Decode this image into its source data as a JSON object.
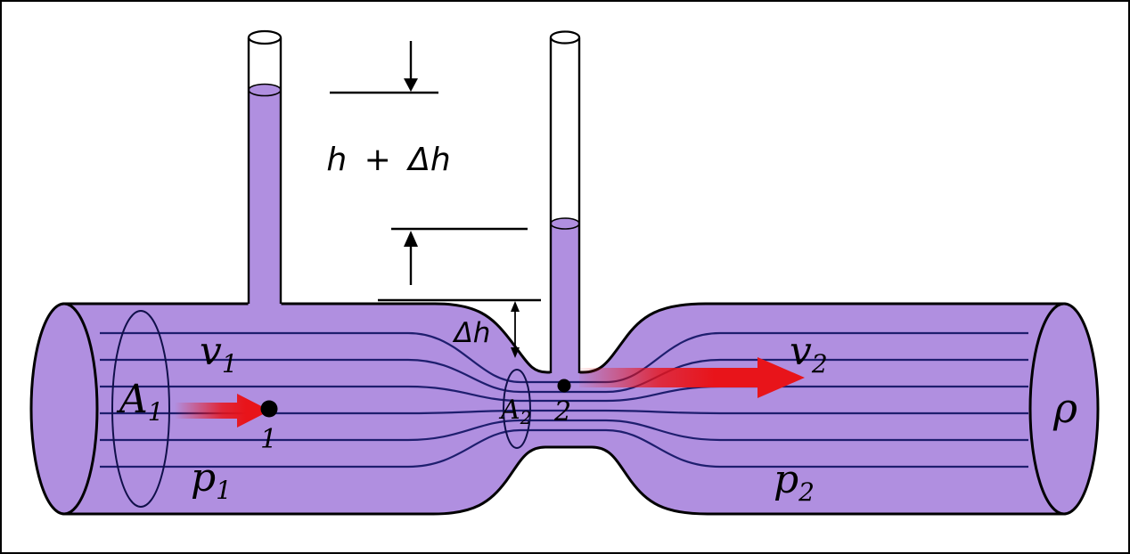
{
  "diagram": {
    "name": "venturi-tube-bernoulli-diagram",
    "labels": {
      "v1": {
        "base": "v",
        "sub": "1"
      },
      "a1": {
        "base": "A",
        "sub": "1"
      },
      "p1": {
        "base": "p",
        "sub": "1"
      },
      "point1": "1",
      "a2": {
        "base": "A",
        "sub": "2"
      },
      "point2": "2",
      "v2": {
        "base": "v",
        "sub": "2"
      },
      "p2": {
        "base": "p",
        "sub": "2"
      },
      "rho": "ρ",
      "height_sum": "h + Δh",
      "height_delta": "Δh"
    },
    "colors": {
      "fluid": "#b08fe0",
      "streamline": "#1e1e6e",
      "velocity_arrow": "#e8141a",
      "outline": "#000000",
      "tube_empty": "#ffffff"
    }
  }
}
